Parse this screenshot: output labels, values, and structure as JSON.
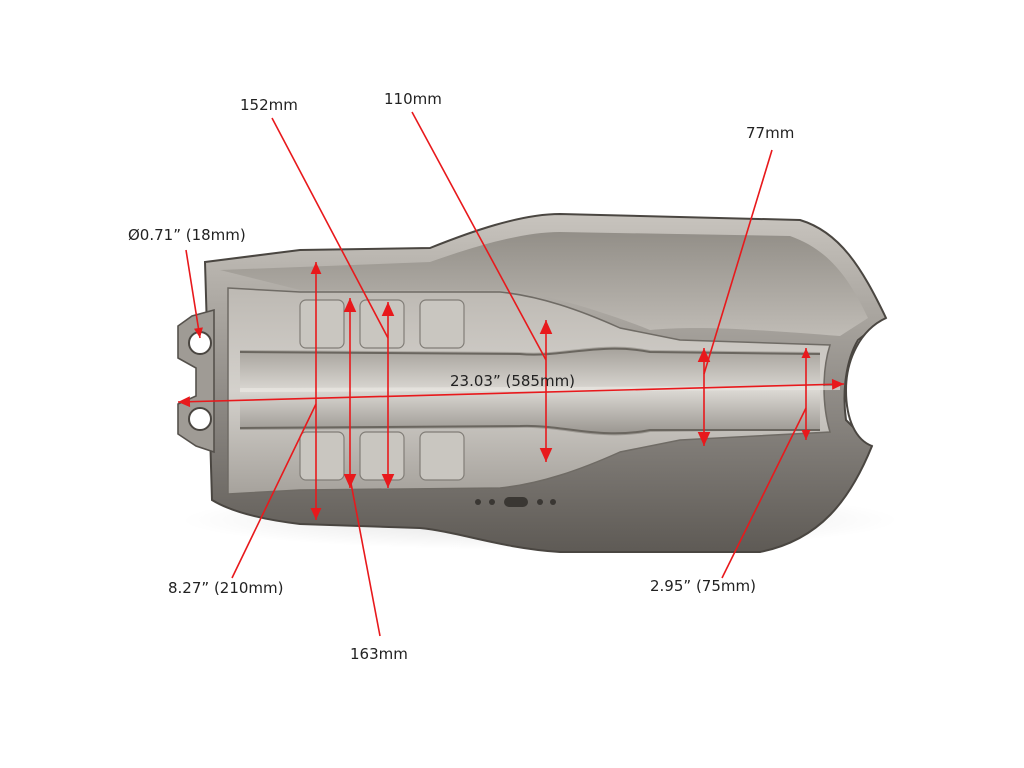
{
  "colors": {
    "dimension": "#e8191c",
    "metal_light": "#d9d6d1",
    "metal_mid": "#a9a59f",
    "metal_dark": "#5e5a55",
    "label": "#222222"
  },
  "labels": {
    "width_152": "152mm",
    "width_110": "110mm",
    "width_77": "77mm",
    "hole_diameter": "Ø0.71” (18mm)",
    "length": "23.03” (585mm)",
    "width_210": "8.27” (210mm)",
    "width_75": "2.95” (75mm)",
    "width_163": "163mm"
  }
}
